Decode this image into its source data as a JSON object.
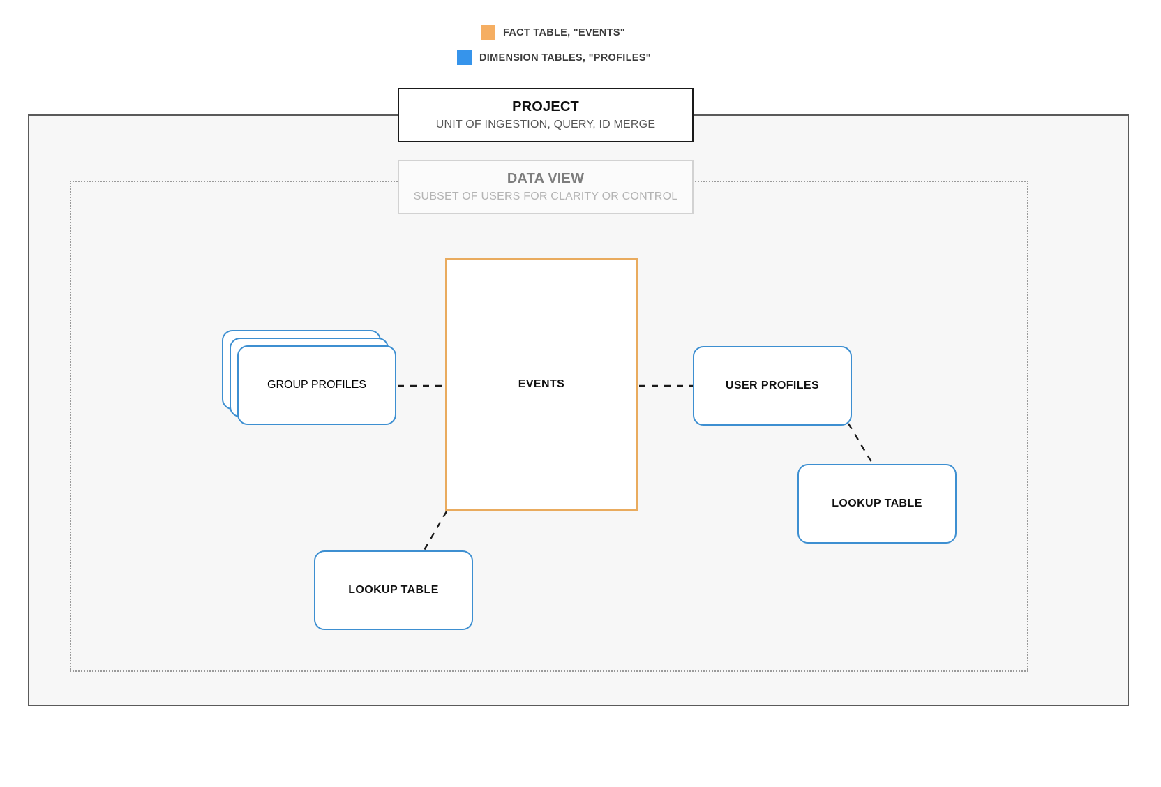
{
  "legend": {
    "items": [
      {
        "label": "FACT TABLE, \"EVENTS\"",
        "color": "#f5ae62",
        "icon": "square-swatch-icon"
      },
      {
        "label": "DIMENSION TABLES, \"PROFILES\"",
        "color": "#3694eb",
        "icon": "square-swatch-icon"
      }
    ]
  },
  "project": {
    "title": "PROJECT",
    "subtitle": "UNIT OF INGESTION, QUERY, ID MERGE"
  },
  "data_view": {
    "title": "DATA VIEW",
    "subtitle": "SUBSET OF USERS FOR CLARITY OR CONTROL"
  },
  "nodes": {
    "events": "EVENTS",
    "group_profiles": "GROUP PROFILES",
    "user_profiles": "USER PROFILES",
    "lookup_left": "LOOKUP TABLE",
    "lookup_right": "LOOKUP TABLE"
  },
  "colors": {
    "fact_table": "#e9ab5e",
    "dimension_table": "#3d8fd1",
    "project_border": "#1a1a1a",
    "data_view_border": "#d2d2d2",
    "container_fill": "#f7f7f7",
    "connector": "#1a1a1a"
  }
}
